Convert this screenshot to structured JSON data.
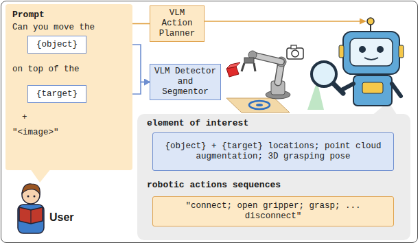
{
  "diagram": {
    "nodes": [
      {
        "text": [
          "Prompt",
          "Can you move the",
          "on top of the",
          "+",
          "\"<image>\""
        ]
      },
      {
        "text": [
          "{object}"
        ],
        "in": 0
      },
      {
        "text": [
          "{target}"
        ],
        "in": 0
      },
      {
        "text": [
          "VLM Action Planner"
        ]
      },
      {
        "text": [
          "VLM Detector and Segmentor"
        ]
      },
      {
        "text": [
          "element of interest",
          "robotic actions sequences"
        ]
      },
      {
        "text": [
          "{object} + {target} locations; point cloud augmentation; 3D grasping pose"
        ],
        "in": 5
      },
      {
        "text": [
          "\"connect; open gripper; grasp; ... disconnect\""
        ],
        "in": 5
      }
    ],
    "edges": [
      {
        "from": 0,
        "to": 3,
        "arrow": "none"
      },
      {
        "from": 1,
        "to": 4,
        "arrow": "to"
      },
      {
        "from": 2,
        "to": 4,
        "arrow": "to"
      }
    ],
    "labels": [
      "User"
    ]
  }
}
